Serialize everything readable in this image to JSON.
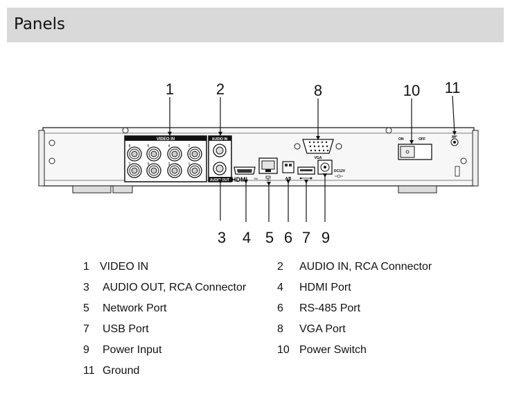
{
  "header": {
    "title": "Panels"
  },
  "panel_labels": {
    "video_in": "VIDEO IN",
    "audio_in": "AUDIO IN",
    "audio_out": "AUDIO OUT",
    "vga": "VGA",
    "ab": "A/B",
    "dc12v": "DC12V",
    "on": "ON",
    "off": "OFF",
    "hdmi": "HDMI",
    "tm": "TM",
    "video_top_nums": [
      "8",
      "6",
      "4",
      "2"
    ],
    "video_bottom_nums": [
      "7",
      "5",
      "3",
      "1"
    ]
  },
  "callouts": [
    "1",
    "2",
    "3",
    "4",
    "5",
    "6",
    "7",
    "8",
    "9",
    "10",
    "11"
  ],
  "legend": [
    {
      "num": "1",
      "label": "VIDEO IN"
    },
    {
      "num": "2",
      "label": "AUDIO IN, RCA Connector"
    },
    {
      "num": "3",
      "label": "AUDIO OUT, RCA Connector"
    },
    {
      "num": "4",
      "label": "HDMI Port"
    },
    {
      "num": "5",
      "label": "Network Port"
    },
    {
      "num": "6",
      "label": "RS-485 Port"
    },
    {
      "num": "7",
      "label": "USB Port"
    },
    {
      "num": "8",
      "label": "VGA Port"
    },
    {
      "num": "9",
      "label": "Power Input"
    },
    {
      "num": "10",
      "label": "Power Switch"
    },
    {
      "num": "11",
      "label": "Ground"
    }
  ]
}
